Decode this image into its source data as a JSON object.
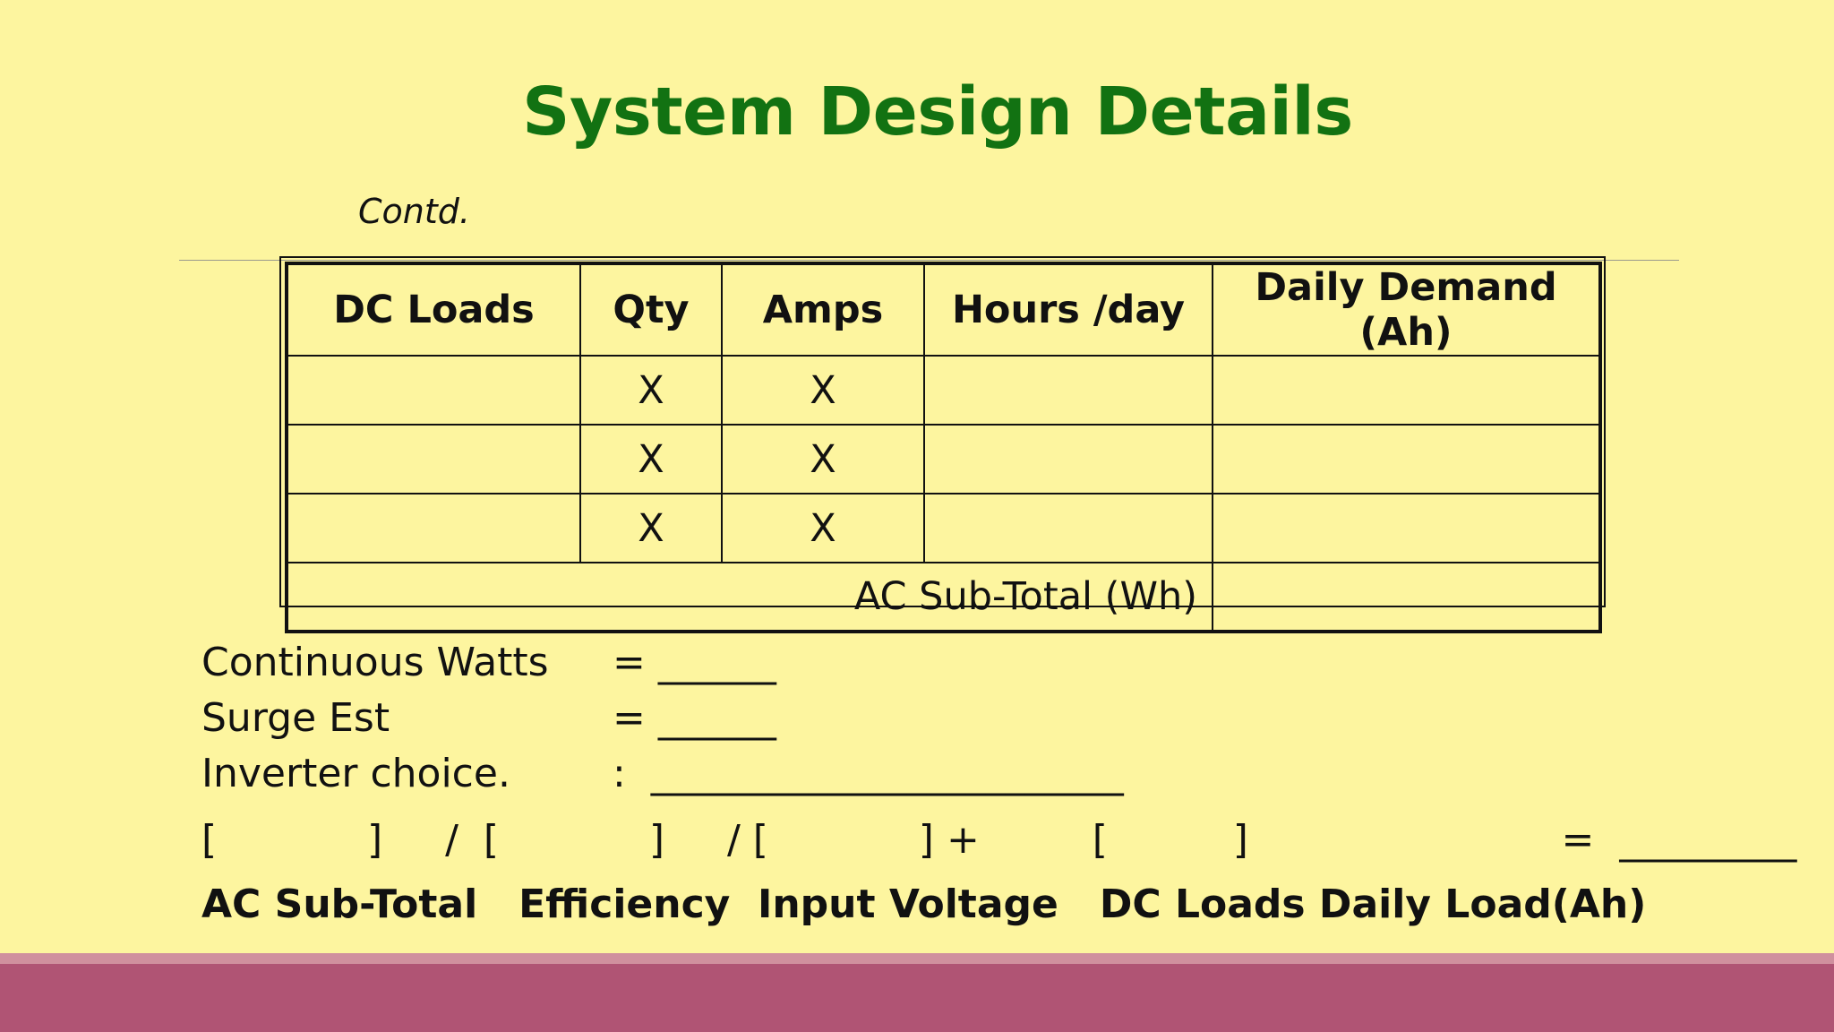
{
  "slide": {
    "title": "System Design Details",
    "subtitle": "Contd."
  },
  "table": {
    "headers": [
      "DC Loads",
      "Qty",
      "Amps",
      "Hours /day",
      "Daily Demand (Ah)"
    ],
    "rows": [
      [
        "",
        "X",
        "X",
        "",
        ""
      ],
      [
        "",
        "X",
        "X",
        "",
        ""
      ],
      [
        "",
        "X",
        "X",
        "",
        ""
      ]
    ],
    "subtotal_label": "AC Sub-Total (Wh)",
    "subtotal_value": ""
  },
  "form": {
    "continuous_watts_label": "Continuous Watts",
    "continuous_watts_value": "= ______",
    "surge_est_label": "Surge Est",
    "surge_est_value": "= ______",
    "inverter_choice_label": "Inverter choice.",
    "inverter_choice_value": ":  ________________________",
    "formula_line": "[            ]     /  [            ]     / [            ] +         [          ]                         =  _________",
    "formula_labels": "AC Sub-Total   Efficiency  Input Voltage   DC Loads Daily Load(Ah)"
  },
  "colors": {
    "background": "#fdf59f",
    "title": "#127212",
    "footer": "#b05474",
    "footer_accent": "#d0909e"
  }
}
